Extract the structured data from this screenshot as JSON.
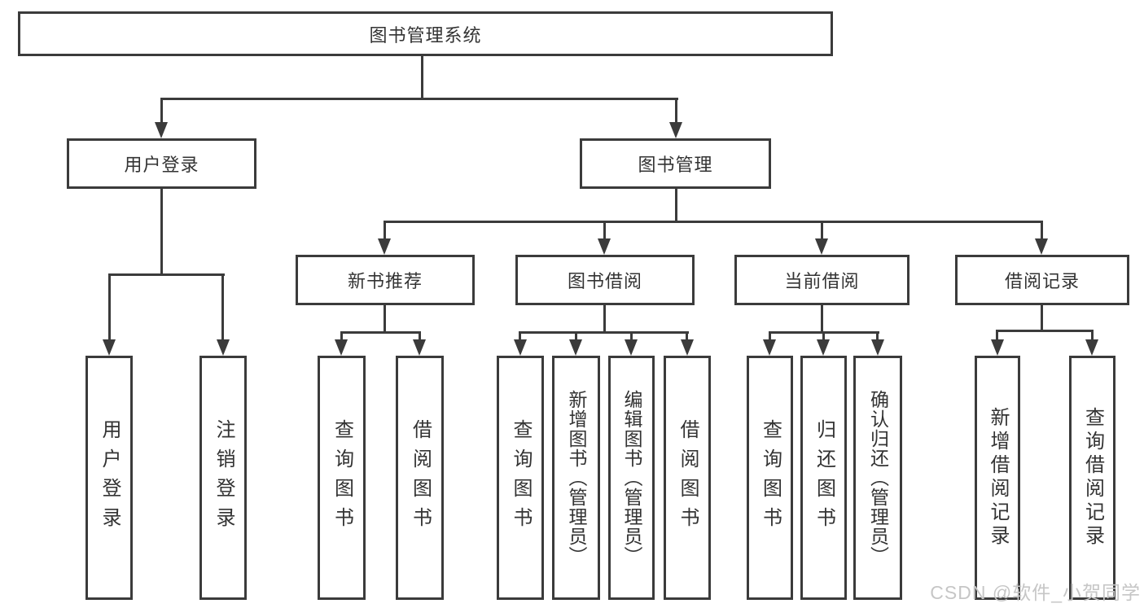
{
  "diagram": {
    "root": {
      "label": "图书管理系统"
    },
    "level2": [
      {
        "label": "用户登录",
        "children": [
          {
            "label": "用户登录"
          },
          {
            "label": "注销登录"
          }
        ]
      },
      {
        "label": "图书管理",
        "children": [
          {
            "label": "新书推荐",
            "children": [
              {
                "label": "查询图书"
              },
              {
                "label": "借阅图书"
              }
            ]
          },
          {
            "label": "图书借阅",
            "children": [
              {
                "label": "查询图书"
              },
              {
                "label": "新增图书（管理员）"
              },
              {
                "label": "编辑图书（管理员）"
              },
              {
                "label": "借阅图书"
              }
            ]
          },
          {
            "label": "当前借阅",
            "children": [
              {
                "label": "查询图书"
              },
              {
                "label": "归还图书"
              },
              {
                "label": "确认归还（管理员）"
              }
            ]
          },
          {
            "label": "借阅记录",
            "children": [
              {
                "label": "新增借阅记录"
              },
              {
                "label": "查询借阅记录"
              }
            ]
          }
        ]
      }
    ]
  },
  "watermark": {
    "text": "CSDN @软件_小贺同学"
  },
  "colors": {
    "line": "#3b3b3b",
    "text": "#333333",
    "background": "#ffffff",
    "watermark": "#c6c6c6"
  }
}
